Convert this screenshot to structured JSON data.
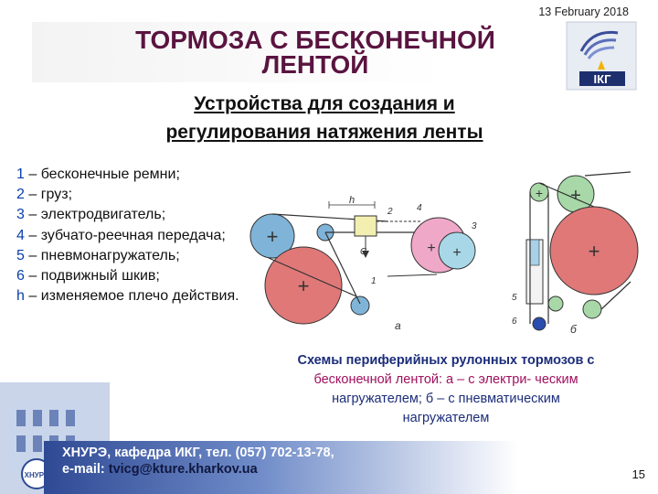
{
  "header": {
    "date": "13 February 2018",
    "title_line1": "ТОРМОЗА С БЕСКОНЕЧНОЙ",
    "title_line2": "ЛЕНТОЙ",
    "logo_text": "ІКГ"
  },
  "subtitle": {
    "line1": "Устройства для создания и",
    "line2": "регулирования натяжения ленты"
  },
  "legend": [
    {
      "key": "1",
      "text": " – бесконечные ремни;"
    },
    {
      "key": "2",
      "text": " – груз;"
    },
    {
      "key": "3",
      "text": " – электродвигатель;"
    },
    {
      "key": "4",
      "text": " – зубчато-реечная передача;"
    },
    {
      "key": "5",
      "text": " – пневмонагружатель;"
    },
    {
      "key": "6",
      "text": " – подвижный шкив;"
    },
    {
      "key": "h",
      "text": " – изменяемое плечо действия."
    }
  ],
  "figure": {
    "label_h": "h",
    "label_G": "G",
    "label_1": "1",
    "label_2": "2",
    "label_3": "3",
    "label_4": "4",
    "label_5": "5",
    "label_6": "6",
    "label_a": "а",
    "label_b": "б"
  },
  "caption": {
    "part1": "Схемы периферийных рулонных тормозов с",
    "part2": "бесконечной лентой: а – с электри- ческим",
    "part3": "нагружателем; б – с пневматическим",
    "part4": "нагружателем"
  },
  "footer": {
    "line1": "ХНУРЭ, кафедра ИКГ, тел. (057) 702-13-78,",
    "line2_prefix": "e-mail: ",
    "line2_email": "tvicg@kture.kharkov.ua",
    "logo_text": "ХНУРЕ"
  },
  "page_number": "15",
  "colors": {
    "title": "#5a1440",
    "legend_key": "#0a3fae",
    "caption": "#1c2d7a",
    "footer_band": "#2f4a94",
    "roll_blue": "#7fb4d8",
    "roll_red": "#e07878",
    "roll_pink": "#f0a8c8"
  }
}
